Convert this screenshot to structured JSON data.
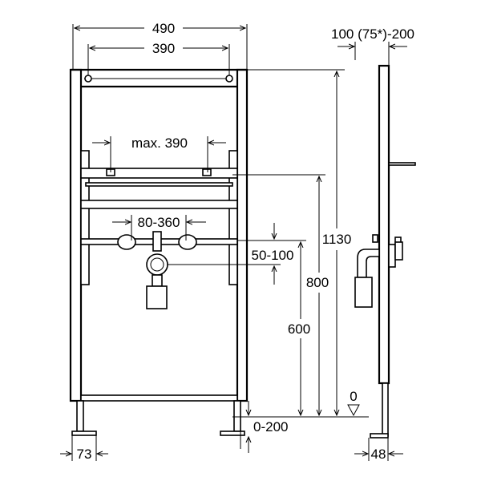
{
  "dimensions": {
    "frame_width": "490",
    "fixing_spacing": "390",
    "max_spacing": "max. 390",
    "connection_spacing": "80-360",
    "drain_offset": "50-100",
    "total_height": "1130",
    "height_upper": "800",
    "height_drain": "600",
    "floor_level": "0",
    "foot_adjust": "0-200",
    "foot_width": "73",
    "depth_range": "100 (75*)-200",
    "profile_depth": "48"
  }
}
